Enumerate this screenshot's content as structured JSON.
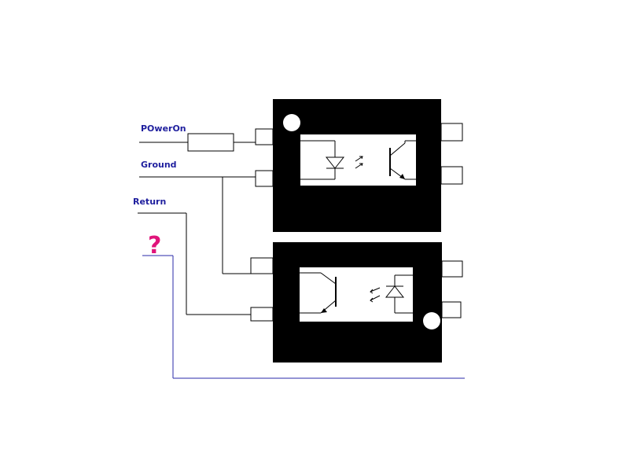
{
  "labels": {
    "power_on": "POwerOn",
    "ground": "Ground",
    "return": "Return",
    "question": "?"
  },
  "colors": {
    "label_text": "#1f1f9e",
    "return_wire": "#2a2aa8",
    "question_mark": "#e0147a",
    "chip_body": "#000000",
    "background": "#ffffff"
  },
  "components": [
    {
      "kind": "optocoupler",
      "input": "led",
      "output": "transistor"
    },
    {
      "kind": "optocoupler",
      "input": "transistor",
      "output": "led"
    },
    {
      "kind": "resistor"
    }
  ]
}
